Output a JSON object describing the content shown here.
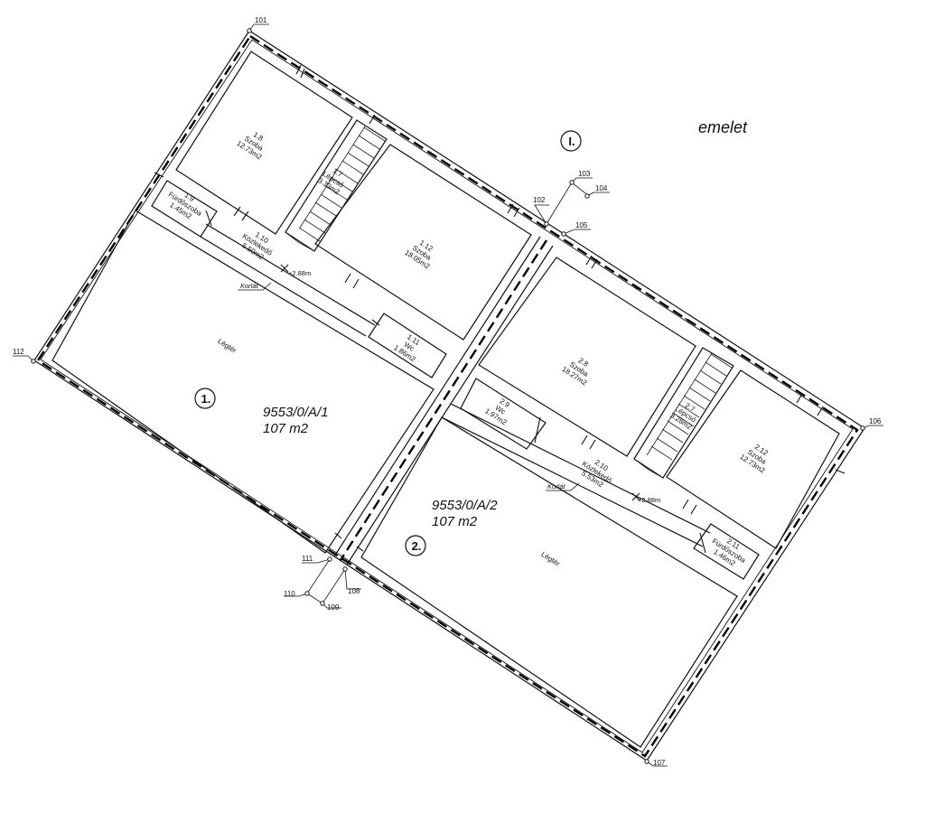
{
  "title": "emelet",
  "level_label": "I.",
  "units": [
    {
      "number": "1.",
      "id": "9553/0/A/1",
      "area": "107 m2"
    },
    {
      "number": "2.",
      "id": "9553/0/A/2",
      "area": "107 m2"
    }
  ],
  "rooms": [
    {
      "num": "1.8",
      "name": "Szoba",
      "area": "12.73m2"
    },
    {
      "num": "1.7",
      "name": "Lépcső",
      "area": "3.33m2"
    },
    {
      "num": "1.9",
      "name": "Fürdőszoba",
      "area": "1.45m2"
    },
    {
      "num": "1.10",
      "name": "Közlekedő",
      "area": "5.50m2"
    },
    {
      "num": "1.12",
      "name": "Szoba",
      "area": "18.05m2"
    },
    {
      "num": "1.11",
      "name": "Wc",
      "area": "1.86m2"
    },
    {
      "num": "2.8",
      "name": "Szoba",
      "area": "18.27m2"
    },
    {
      "num": "2.7",
      "name": "Lépcső",
      "area": "3.28m2"
    },
    {
      "num": "2.9",
      "name": "Wc",
      "area": "1.97m2"
    },
    {
      "num": "2.12",
      "name": "Szoba",
      "area": "12.73m2"
    },
    {
      "num": "2.10",
      "name": "Közlekedő",
      "area": "5.53m2"
    },
    {
      "num": "2.11",
      "name": "Fürdőszoba",
      "area": "1.46m2"
    }
  ],
  "legter": [
    "Légtér",
    "Légtér"
  ],
  "korlat": [
    "Korlát",
    "Korlát"
  ],
  "heights": [
    "+2.88m",
    "+2.88m"
  ],
  "points": [
    "101",
    "102",
    "103",
    "104",
    "105",
    "106",
    "107",
    "108",
    "109",
    "110",
    "111",
    "112"
  ]
}
